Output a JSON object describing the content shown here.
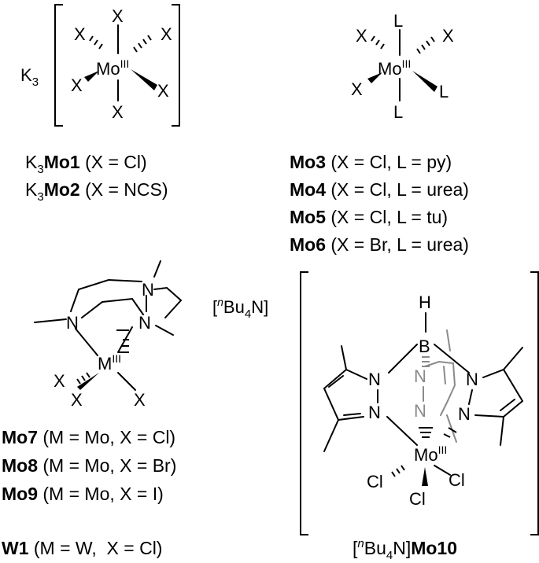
{
  "panel1": {
    "counterion": "K",
    "counterion_sub": "3",
    "metal": "Mo",
    "ox": "III",
    "ligand": "X",
    "captions": [
      {
        "pre": "K",
        "pre_sub": "3",
        "bold": "Mo1",
        "rest": " (X = Cl)"
      },
      {
        "pre": "K",
        "pre_sub": "3",
        "bold": "Mo2",
        "rest": " (X = NCS)"
      }
    ]
  },
  "panel2": {
    "metal": "Mo",
    "ox": "III",
    "ligand_x": "X",
    "ligand_l": "L",
    "captions": [
      {
        "bold": "Mo3",
        "rest": " (X = Cl, L = py)"
      },
      {
        "bold": "Mo4",
        "rest": " (X = Cl, L = urea)"
      },
      {
        "bold": "Mo5",
        "rest": " (X = Cl, L = tu)"
      },
      {
        "bold": "Mo6",
        "rest": " (X = Br, L = urea)"
      }
    ]
  },
  "panel3": {
    "metal": "M",
    "ox": "III",
    "nitrogen": "N",
    "ligand": "X",
    "captions": [
      {
        "bold": "Mo7",
        "rest": " (M = Mo, X = Cl)"
      },
      {
        "bold": "Mo8",
        "rest": " (M = Mo, X = Br)"
      },
      {
        "bold": "Mo9",
        "rest": " (M = Mo, X = I)"
      },
      {
        "bold": "W1",
        "rest": " (M = W,  X = Cl)"
      }
    ]
  },
  "panel4": {
    "cation": "[",
    "cation_sup": "n",
    "cation_main": "Bu",
    "cation_sub": "4",
    "cation_end": "N]",
    "metal": "Mo",
    "ox": "III",
    "boron": "B",
    "hydrogen": "H",
    "nitrogen": "N",
    "chloride": "Cl",
    "caption": {
      "pre": "[",
      "pre_sup": "n",
      "main": "Bu",
      "sub": "4",
      "end": "N]",
      "bold": "Mo10"
    }
  }
}
